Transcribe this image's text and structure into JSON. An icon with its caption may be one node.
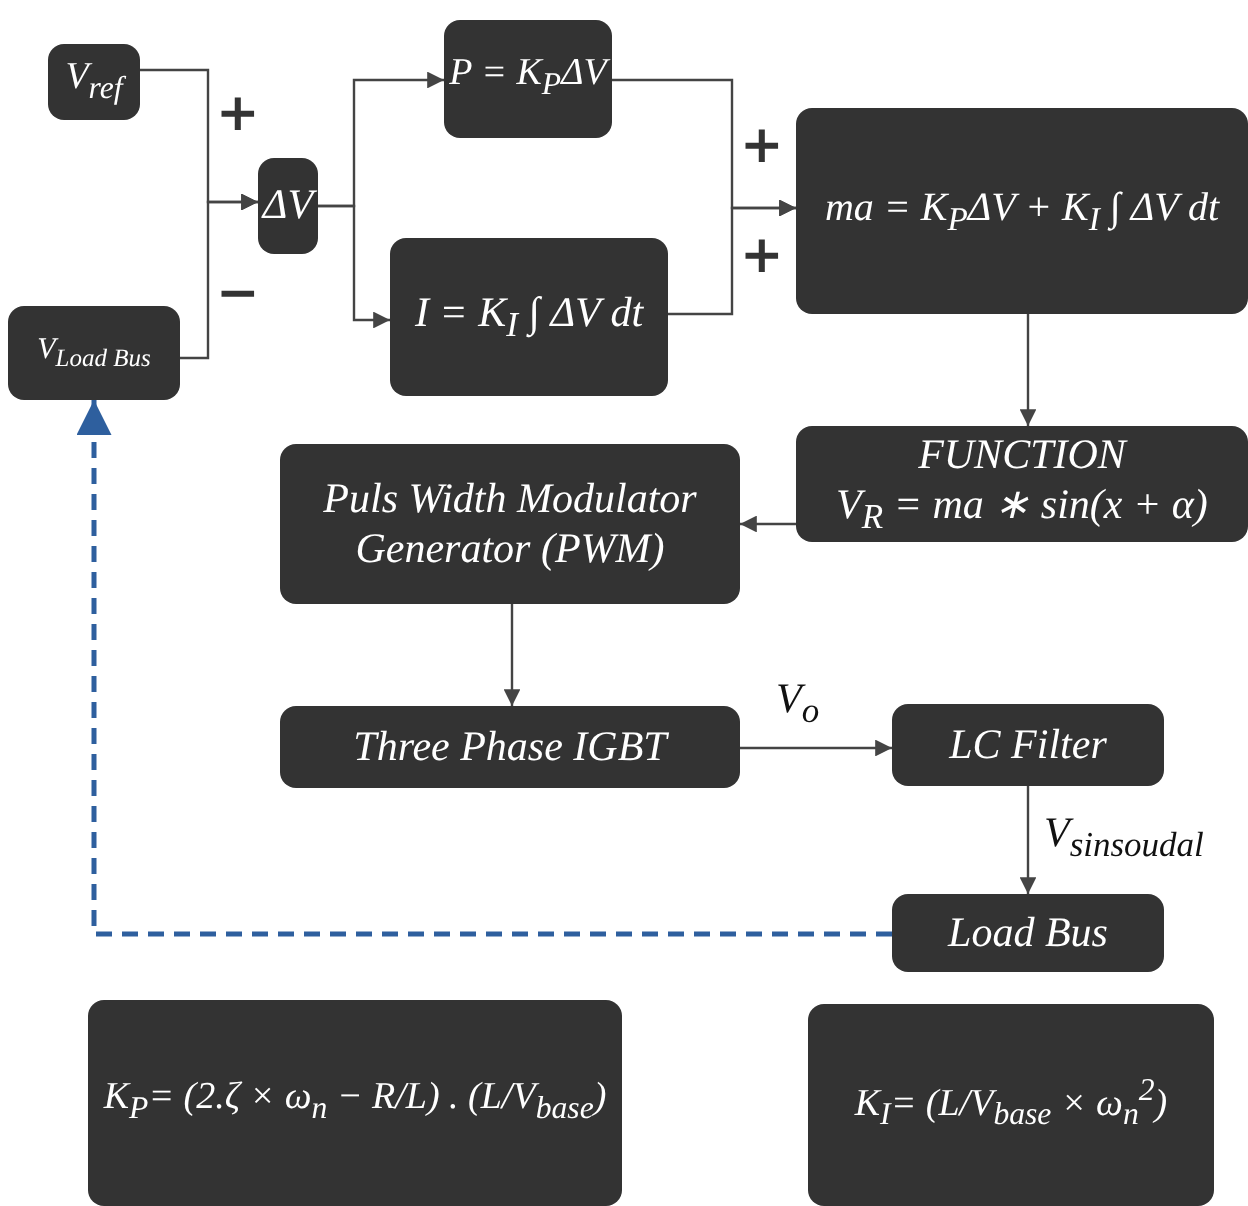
{
  "diagram": {
    "nodes": [
      {
        "text": [
          "V$_{ref}$"
        ]
      },
      {
        "text": [
          "V$_{Load Bus}$"
        ]
      },
      {
        "text": [
          "ΔV"
        ]
      },
      {
        "text": [
          "P = K$_{P}$ΔV"
        ]
      },
      {
        "text": [
          "I = K$_{I}$ ∫ ΔV dt"
        ]
      },
      {
        "text": [
          "ma = K$_{P}$ΔV + K$_{I}$ ∫ ΔV dt"
        ]
      },
      {
        "text": [
          "FUNCTION",
          "V$_{R}$ = ma ∗ sin(x + α)"
        ]
      },
      {
        "text": [
          "Puls Width Modulator Generator (PWM)"
        ]
      },
      {
        "text": [
          "Three Phase IGBT"
        ]
      },
      {
        "text": [
          "LC Filter"
        ]
      },
      {
        "text": [
          "Load Bus"
        ]
      },
      {
        "text": [
          "K$_{P}$= (2.ζ × ω$_{n}$ − R/L) . (L/V$_{base}$)"
        ]
      },
      {
        "text": [
          "K$_{I}$= (L/V$_{base}$ × ω$_{n}$$^{2}$)"
        ]
      }
    ],
    "edges": [
      {
        "from": 0,
        "to": 2,
        "arrow": "to"
      },
      {
        "from": 1,
        "to": 2,
        "arrow": "to"
      },
      {
        "from": 2,
        "to": 3,
        "arrow": "to"
      },
      {
        "from": 2,
        "to": 4,
        "arrow": "to"
      },
      {
        "from": 3,
        "to": 5,
        "arrow": "to"
      },
      {
        "from": 4,
        "to": 5,
        "arrow": "to"
      },
      {
        "from": 5,
        "to": 6,
        "arrow": "to"
      },
      {
        "from": 6,
        "to": 7,
        "arrow": "to"
      },
      {
        "from": 7,
        "to": 8,
        "arrow": "to"
      },
      {
        "from": 8,
        "to": 9,
        "arrow": "to",
        "label": "V$_{o}$"
      },
      {
        "from": 9,
        "to": 10,
        "arrow": "to",
        "label": "V$_{sinsoudal}$"
      },
      {
        "from": 10,
        "to": 1,
        "arrow": "to",
        "style": "dashed",
        "color": "#2e5f9e"
      }
    ],
    "labels": [
      "+",
      "−",
      "+",
      "+"
    ]
  }
}
